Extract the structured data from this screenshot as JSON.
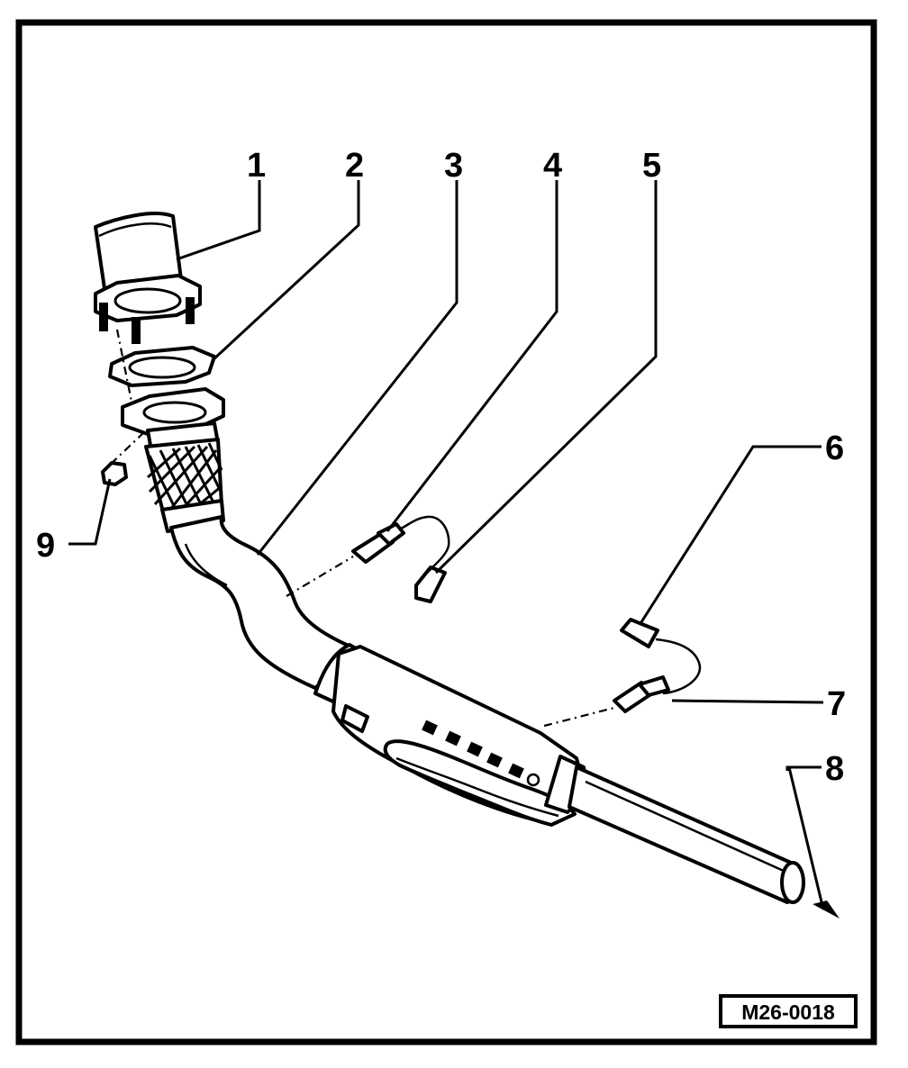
{
  "diagram": {
    "callouts": [
      {
        "id": "1",
        "label": "1"
      },
      {
        "id": "2",
        "label": "2"
      },
      {
        "id": "3",
        "label": "3"
      },
      {
        "id": "4",
        "label": "4"
      },
      {
        "id": "5",
        "label": "5"
      },
      {
        "id": "6",
        "label": "6"
      },
      {
        "id": "7",
        "label": "7"
      },
      {
        "id": "8",
        "label": "8"
      },
      {
        "id": "9",
        "label": "9"
      }
    ],
    "reference_code": "M26-0018"
  }
}
